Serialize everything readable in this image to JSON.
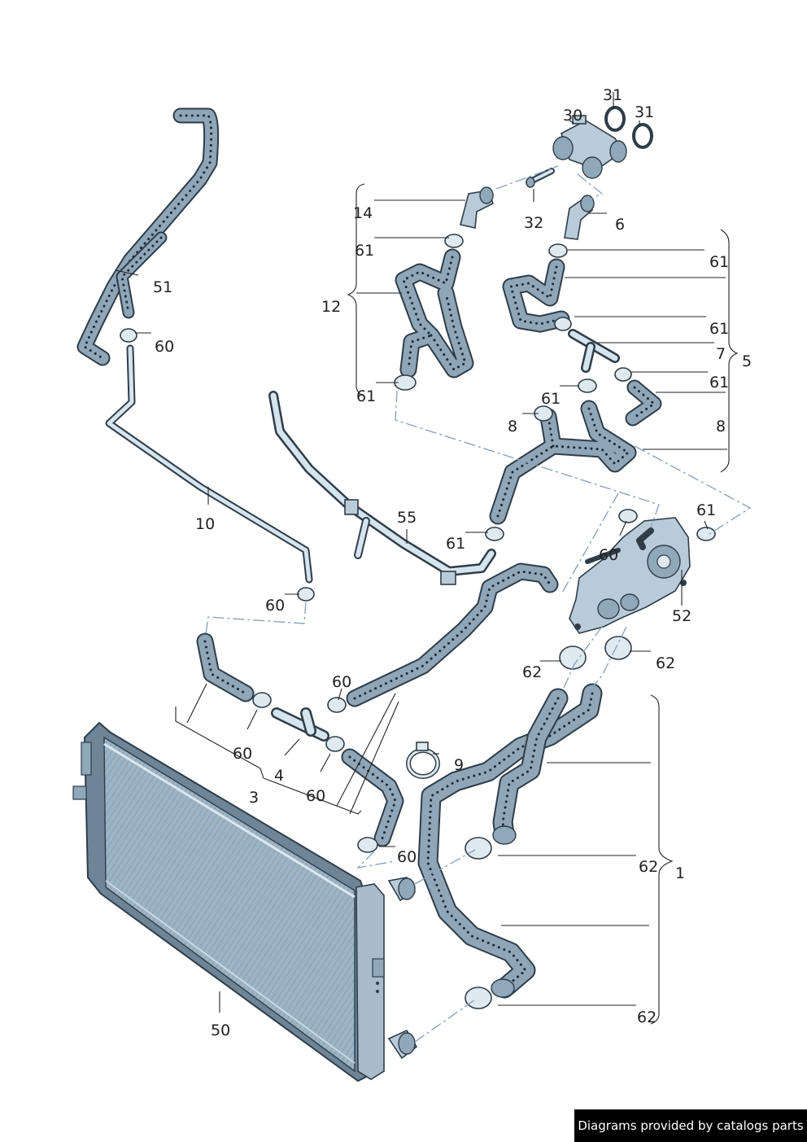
{
  "callouts": [
    {
      "id": "c31a",
      "text": "31"
    },
    {
      "id": "c31b",
      "text": "31"
    },
    {
      "id": "c30",
      "text": "30"
    },
    {
      "id": "c14",
      "text": "14"
    },
    {
      "id": "c32",
      "text": "32"
    },
    {
      "id": "c6",
      "text": "6"
    },
    {
      "id": "c61a",
      "text": "61"
    },
    {
      "id": "c61b",
      "text": "61"
    },
    {
      "id": "c12",
      "text": "12"
    },
    {
      "id": "c61c",
      "text": "61"
    },
    {
      "id": "c7",
      "text": "7"
    },
    {
      "id": "c5",
      "text": "5"
    },
    {
      "id": "c61d",
      "text": "61"
    },
    {
      "id": "c61e",
      "text": "61"
    },
    {
      "id": "c61f",
      "text": "61"
    },
    {
      "id": "c8a",
      "text": "8"
    },
    {
      "id": "c8b",
      "text": "8"
    },
    {
      "id": "c51",
      "text": "51"
    },
    {
      "id": "c60a",
      "text": "60"
    },
    {
      "id": "c10",
      "text": "10"
    },
    {
      "id": "c55",
      "text": "55"
    },
    {
      "id": "c61g",
      "text": "61"
    },
    {
      "id": "c61h",
      "text": "61"
    },
    {
      "id": "c60b",
      "text": "60"
    },
    {
      "id": "c52",
      "text": "52"
    },
    {
      "id": "c60c",
      "text": "60"
    },
    {
      "id": "c62a",
      "text": "62"
    },
    {
      "id": "c62b",
      "text": "62"
    },
    {
      "id": "c60d",
      "text": "60"
    },
    {
      "id": "c9",
      "text": "9"
    },
    {
      "id": "c60e",
      "text": "60"
    },
    {
      "id": "c4",
      "text": "4"
    },
    {
      "id": "c3",
      "text": "3"
    },
    {
      "id": "c60f",
      "text": "60"
    },
    {
      "id": "c60g",
      "text": "60"
    },
    {
      "id": "c62c",
      "text": "62"
    },
    {
      "id": "c1",
      "text": "1"
    },
    {
      "id": "c50",
      "text": "50"
    },
    {
      "id": "c62d",
      "text": "62"
    }
  ],
  "footer": {
    "text": "Diagrams provided by catalogs parts"
  },
  "colors": {
    "hose_fill": "#8ea6b8",
    "hose_dots": "#1c2a36",
    "outline": "#2f3d49",
    "radiator": "#9db4c5",
    "dash_line": "#8aa5c0"
  }
}
